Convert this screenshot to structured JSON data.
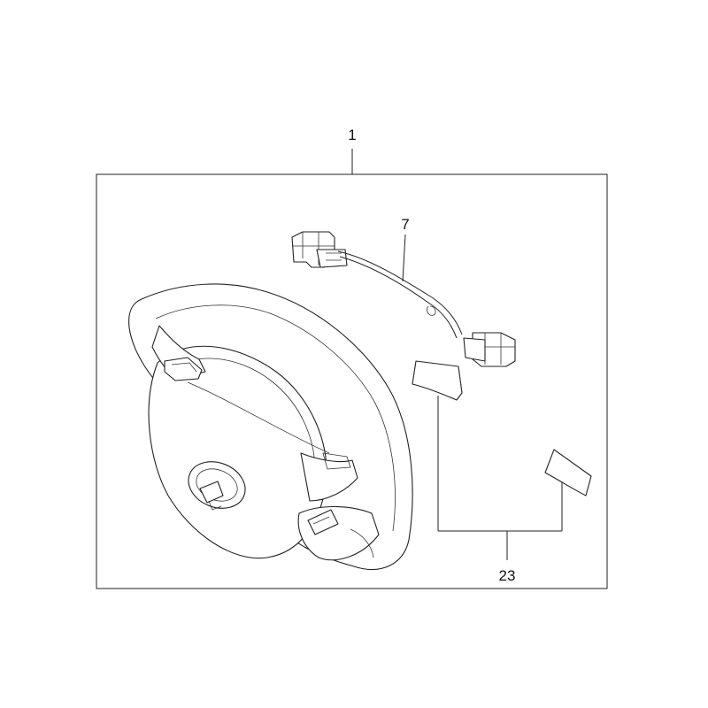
{
  "callouts": {
    "assembly": "1",
    "wiring_harness": "7",
    "trim_covers": "23"
  },
  "colors": {
    "line": "#222222",
    "background": "#ffffff"
  }
}
